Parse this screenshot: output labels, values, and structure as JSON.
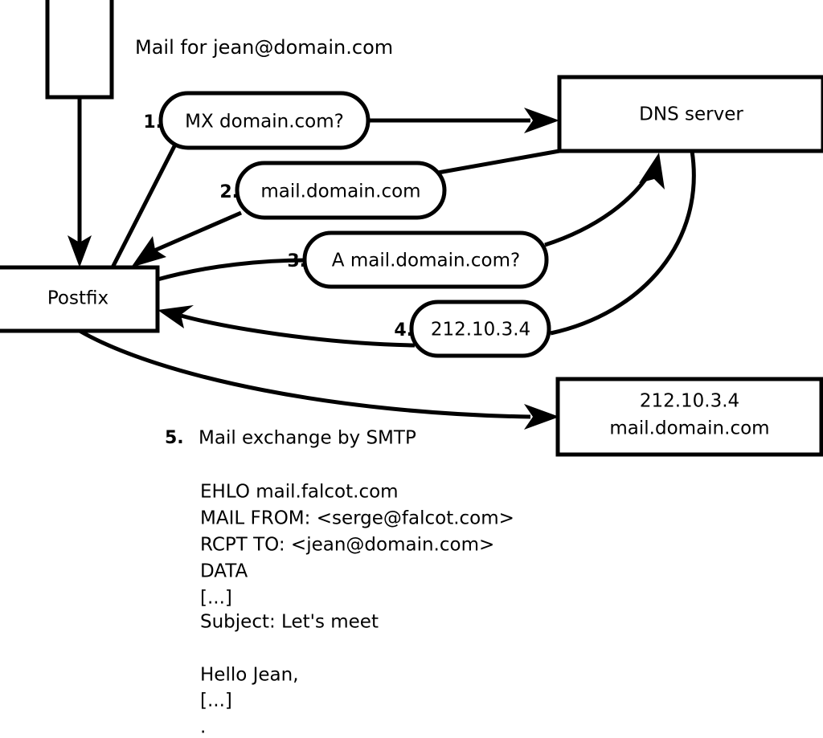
{
  "diagram": {
    "title": "Mail for jean@domain.com",
    "nodes": {
      "sender_box": {
        "label": ""
      },
      "postfix": {
        "label": "Postfix"
      },
      "dns_server": {
        "label": "DNS server"
      },
      "target_server": {
        "line1": "212.10.3.4",
        "line2": "mail.domain.com"
      }
    },
    "steps": [
      {
        "number": "1.",
        "label": "MX domain.com?"
      },
      {
        "number": "2.",
        "label": "mail.domain.com"
      },
      {
        "number": "3.",
        "label": "A mail.domain.com?"
      },
      {
        "number": "4.",
        "label": "212.10.3.4"
      }
    ],
    "step5": {
      "number": "5.",
      "label": "Mail exchange by SMTP"
    },
    "transcript": [
      "EHLO mail.falcot.com",
      "MAIL FROM: <serge@falcot.com>",
      "RCPT TO: <jean@domain.com>",
      "DATA",
      "[...]",
      "Subject: Let's meet",
      "",
      "Hello Jean,",
      "[...]",
      "."
    ],
    "colors": {
      "stroke": "#000000",
      "fill": "#ffffff",
      "text": "#000000"
    }
  }
}
